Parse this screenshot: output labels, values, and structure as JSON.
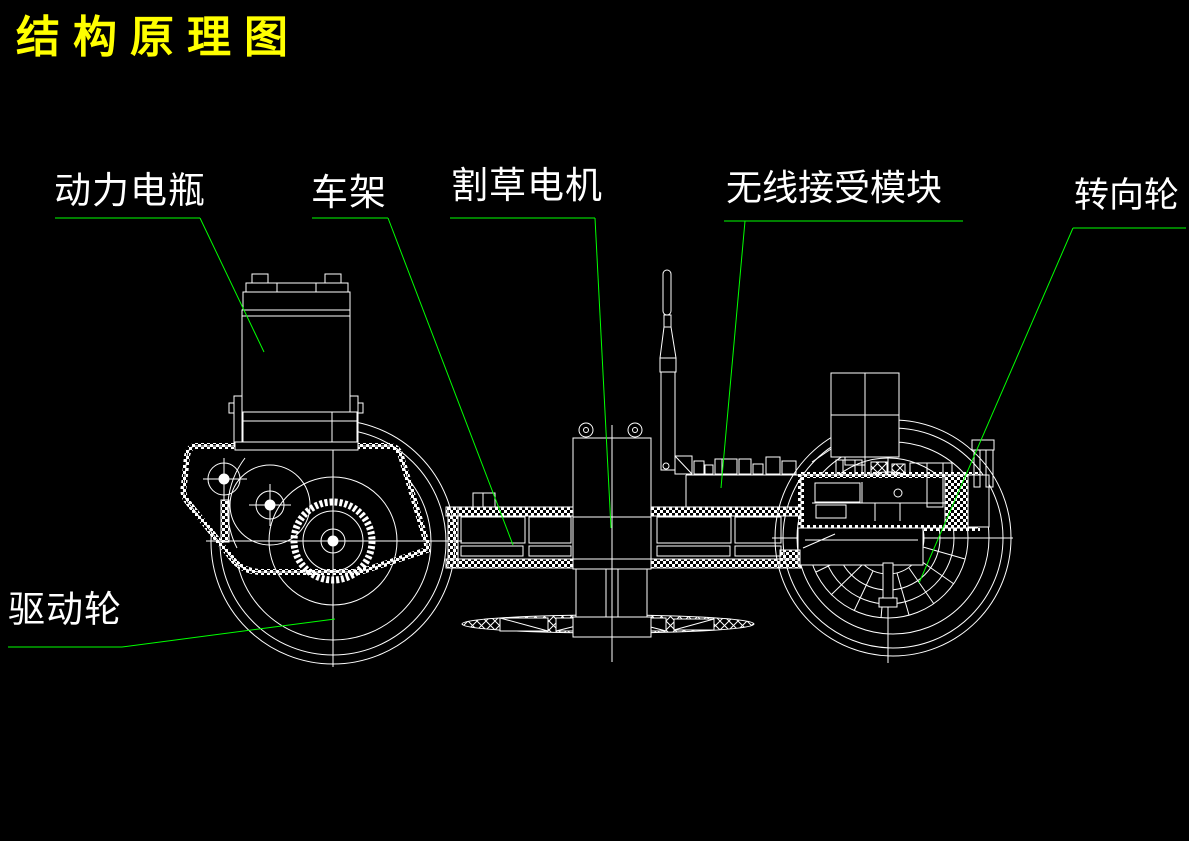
{
  "title": "结构原理图",
  "colors": {
    "background": "#000000",
    "title": "#FFFF00",
    "label_text": "#FFFFFF",
    "leader_line": "#00FF00",
    "drawing_line": "#FFFFFF"
  },
  "labels": {
    "battery": "动力电瓶",
    "frame": "车架",
    "mower_motor": "割草电机",
    "wireless_module": "无线接受模块",
    "steering_wheel": "转向轮",
    "drive_wheel": "驱动轮"
  }
}
